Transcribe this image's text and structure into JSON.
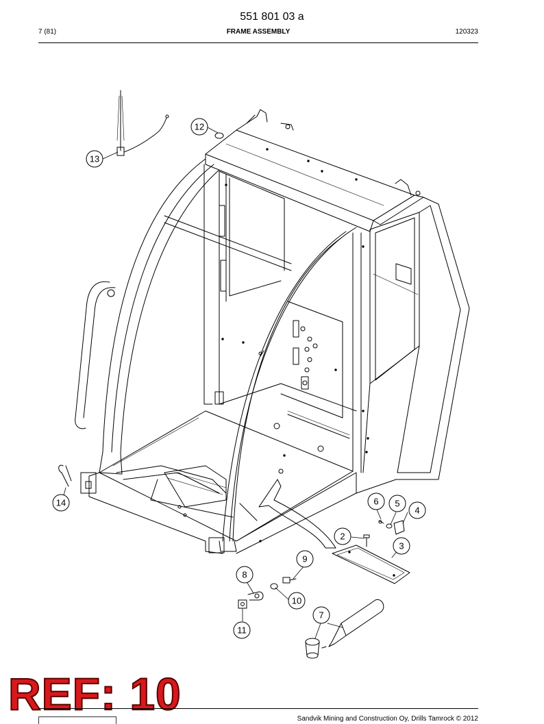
{
  "header": {
    "doc_number": "551 801 03 a",
    "page_count": "7 (81)",
    "section_title": "FRAME ASSEMBLY",
    "doc_date": "120323"
  },
  "drawing": {
    "callouts": [
      "12",
      "13",
      "14",
      "2",
      "3",
      "4",
      "5",
      "6",
      "7",
      "8",
      "9",
      "10",
      "11"
    ]
  },
  "stamp": {
    "ref_label": "REF: 10"
  },
  "footer": {
    "copyright": "Sandvik Mining and Construction Oy, Drills Tamrock © 2012"
  },
  "colors": {
    "stamp_fill": "#d7191c",
    "line": "#000000"
  }
}
